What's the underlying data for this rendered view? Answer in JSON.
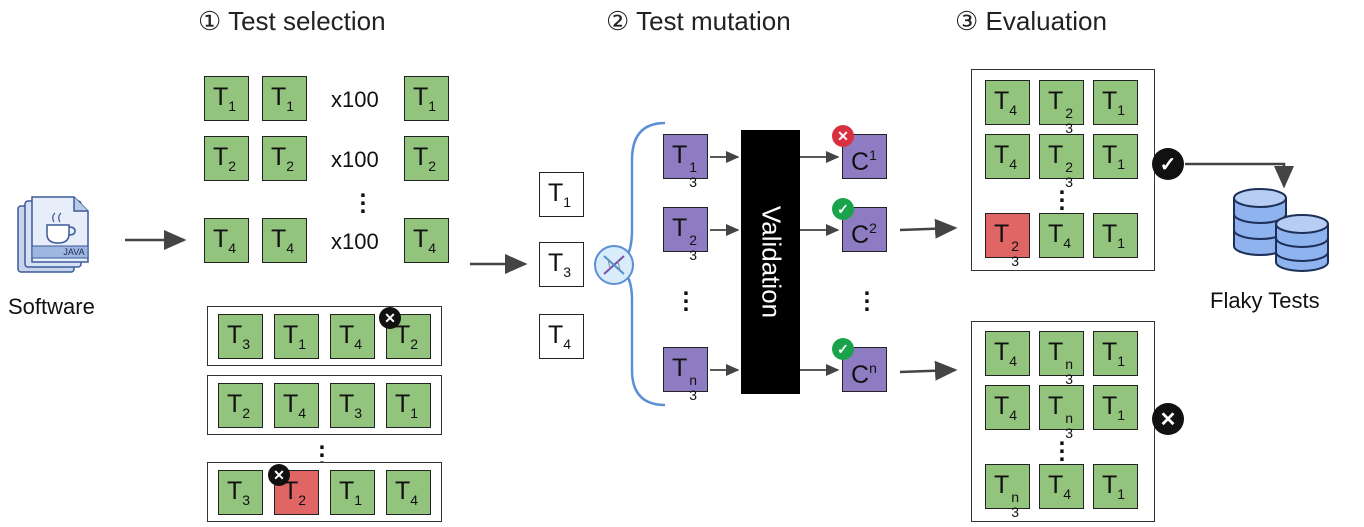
{
  "stages": {
    "selection": "① Test selection",
    "mutation": "② Test mutation",
    "evaluation": "③ Evaluation"
  },
  "software": {
    "label": "Software",
    "file_label": "JAVA"
  },
  "flaky": {
    "label": "Flaky Tests"
  },
  "repeat_label": "x100",
  "validation_label": "Validation",
  "tests": {
    "t1": {
      "base": "T",
      "sub": "1"
    },
    "t2": {
      "base": "T",
      "sub": "2"
    },
    "t3": {
      "base": "T",
      "sub": "3"
    },
    "t4": {
      "base": "T",
      "sub": "4"
    },
    "m1": {
      "base": "T",
      "sub": "3",
      "sup": "1"
    },
    "m2": {
      "base": "T",
      "sub": "3",
      "sup": "2"
    },
    "mn": {
      "base": "T",
      "sub": "3",
      "sup": "n"
    }
  },
  "candidates": {
    "c1": {
      "base": "C",
      "sup": "1"
    },
    "c2": {
      "base": "C",
      "sup": "2"
    },
    "cn": {
      "base": "C",
      "sup": "n"
    }
  },
  "colors": {
    "pass": "#92c47d",
    "fail": "#e06666",
    "mutant": "#8e7cc3",
    "ok_mark": "#1aa34a",
    "bad_mark": "#d9303f"
  }
}
